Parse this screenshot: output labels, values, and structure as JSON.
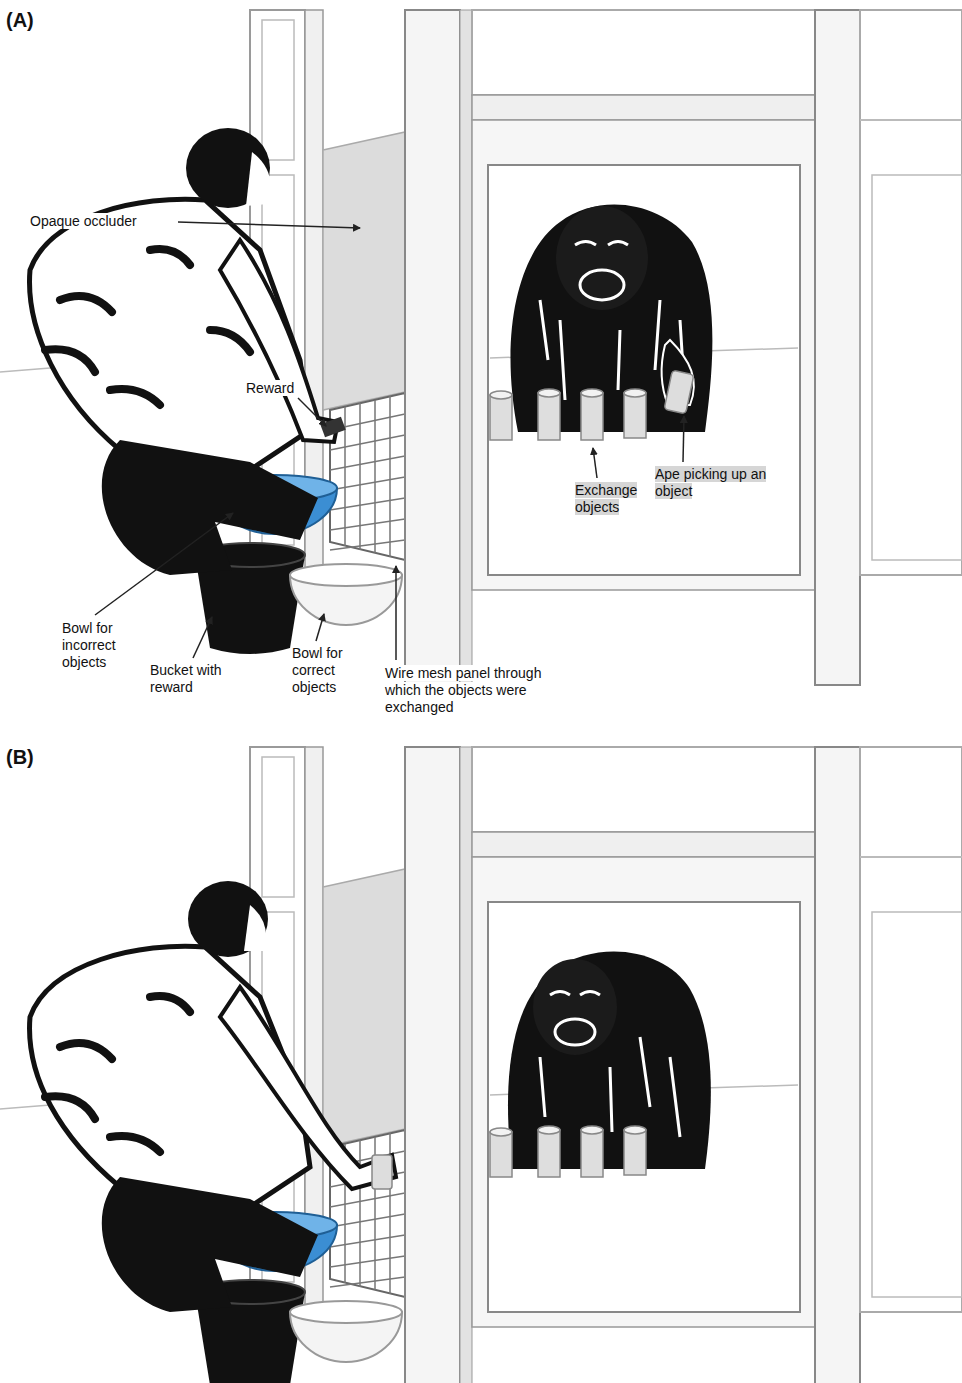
{
  "diagram": {
    "labels": [
      "(A)",
      "Opaque occluder",
      "Reward",
      "Exchange objects",
      "Ape picking up an object",
      "Bowl for incorrect objects",
      "Bucket with reward",
      "Bowl for correct objects",
      "Wire mesh panel through which the objects were exchanged",
      "(B)"
    ]
  }
}
